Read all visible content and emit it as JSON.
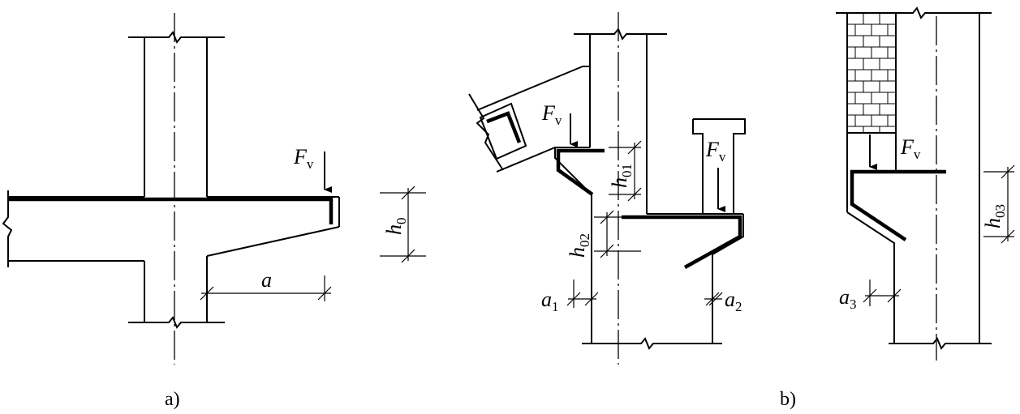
{
  "panel_a": {
    "caption": "a)",
    "force": {
      "main": "F",
      "sub": "v"
    },
    "height": {
      "main": "h",
      "sub": "0"
    },
    "distance": "a"
  },
  "panel_b": {
    "caption": "b)",
    "forces": [
      {
        "main": "F",
        "sub": "v"
      },
      {
        "main": "F",
        "sub": "v"
      },
      {
        "main": "F",
        "sub": "v"
      }
    ],
    "heights": [
      {
        "main": "h",
        "sub": "01"
      },
      {
        "main": "h",
        "sub": "02"
      },
      {
        "main": "h",
        "sub": "03"
      }
    ],
    "distances": [
      {
        "main": "a",
        "sub": "1"
      },
      {
        "main": "a",
        "sub": "2"
      },
      {
        "main": "a",
        "sub": "3"
      }
    ]
  }
}
